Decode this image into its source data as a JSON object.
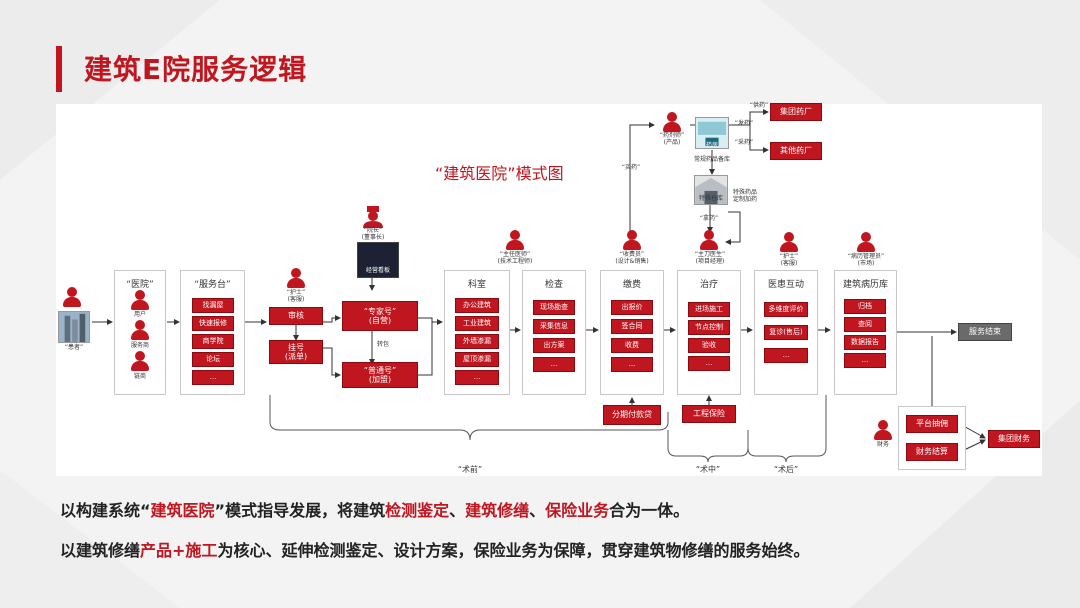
{
  "page": {
    "title": "建筑E院服务逻辑",
    "diagram_title": "“建筑医院”模式图"
  },
  "patient": {
    "label": "“患者”"
  },
  "hospital_col": {
    "title": "“医院”",
    "people": [
      "用户",
      "服务商",
      "链商"
    ]
  },
  "service_desk": {
    "title": "“服务台”",
    "items": [
      "找漏屋",
      "快速报修",
      "商学院",
      "论坛",
      "..."
    ]
  },
  "nurse": {
    "label": "“护士”\n(客服)"
  },
  "register": {
    "review": "审核",
    "register": "挂号\n(派单)"
  },
  "dean": {
    "label": "“院长”\n(董事长)",
    "panel": "经营看板"
  },
  "expert": {
    "label": "“专家号”\n(自营)",
    "normal": "“普通号”\n(加盟)",
    "transfer": "转包"
  },
  "director": {
    "label": "“主任医师”\n(技术工程师)"
  },
  "departments": {
    "title": "科室",
    "items": [
      "办公建筑",
      "工业建筑",
      "外墙渗漏",
      "屋顶渗漏",
      "..."
    ]
  },
  "inspection": {
    "title": "检查",
    "items": [
      "现场勘查",
      "采集信息",
      "出方案",
      "..."
    ]
  },
  "payment": {
    "title": "缴费",
    "person": "“收费员”\n(设计&销售)",
    "items": [
      "出报价",
      "签合同",
      "收费",
      "..."
    ],
    "extra": "分期付款贷"
  },
  "treatment": {
    "title": "治疗",
    "person": "“主刀医生”\n(项目经理)",
    "items": [
      "进场施工",
      "节点控制",
      "验收",
      "..."
    ],
    "extra": "工程保险"
  },
  "interaction": {
    "title": "医患互动",
    "person": "“护士”\n(客服)",
    "items": [
      "多维度评价",
      "复诊(售后)",
      "..."
    ]
  },
  "records": {
    "title": "建筑病历库",
    "person": "“病历管理员”\n(市场)",
    "items": [
      "归档",
      "查阅",
      "数据报告",
      "..."
    ]
  },
  "end": {
    "label": "服务结束"
  },
  "pharmacy": {
    "pharmacist": "“药剂师”\n(产品)",
    "store": "药房",
    "store_note": "常规药品备库",
    "warehouse": "特殊药品\n定制加药",
    "warehouse_sign": "特殊仓库",
    "buy": "“买药”",
    "take": "“拿药”",
    "send": "“发药”",
    "purchase": "“采药”",
    "supply": "“供药”",
    "group_factory": "集团药厂",
    "other_factory": "其他药厂"
  },
  "finance": {
    "person": "财务",
    "commission": "平台抽佣",
    "settlement": "财务结算",
    "group": "集团财务"
  },
  "phases": {
    "pre": "“术前”",
    "mid": "“术中”",
    "post": "“术后”"
  },
  "captions": {
    "line1": [
      "以构建系统“",
      "建筑医院",
      "”模式指导发展，将建筑",
      "检测鉴定",
      "、",
      "建筑修缮",
      "、",
      "保险业务",
      "合为一体。"
    ],
    "line2": [
      "以建筑修缮",
      "产品+施工",
      "为核心、延伸检测鉴定、设计方案，保险业务为保障，贯穿建筑物修缮的服务始终。"
    ]
  },
  "colors": {
    "accent": "#c0161f",
    "panel": "#ffffff",
    "background": "#f3f3f3"
  }
}
